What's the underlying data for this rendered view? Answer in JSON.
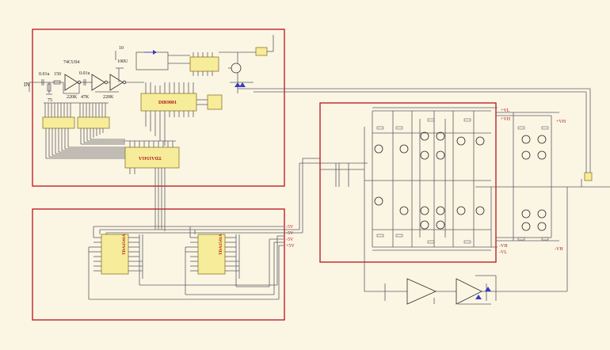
{
  "colors": {
    "background": "#fbf6e4",
    "frame": "#c0202a",
    "wire": "#5c5c66",
    "chip_fill": "#f7ec9a",
    "label_red": "#b01818",
    "wire_blue": "#3a3ac0"
  },
  "input": {
    "label": "IN",
    "r_label": "75"
  },
  "signal_chain": {
    "cap1": "0.01u",
    "res1": "150",
    "inverter_label": "74CU04",
    "cap2": "0.01u",
    "cap3": "100U",
    "res_a": "220K",
    "res_b": "47K",
    "res_c": "220K",
    "ref_10": "10"
  },
  "chips": {
    "dir": "DIR9001",
    "dac": "TDA1541A"
  },
  "rails": {
    "plus_5v_1": "-5V",
    "plus_5v_2": "-5V",
    "minus_5v_1": "-5V",
    "plus_5v_3": "+5V"
  },
  "amp_rails": {
    "pos_vl": "+VL",
    "pos_vh": "+VH",
    "neg_vh": "-VH",
    "neg_vl": "-VL",
    "out_pos_vh": "+VH",
    "out_neg_vh": "-VH"
  }
}
